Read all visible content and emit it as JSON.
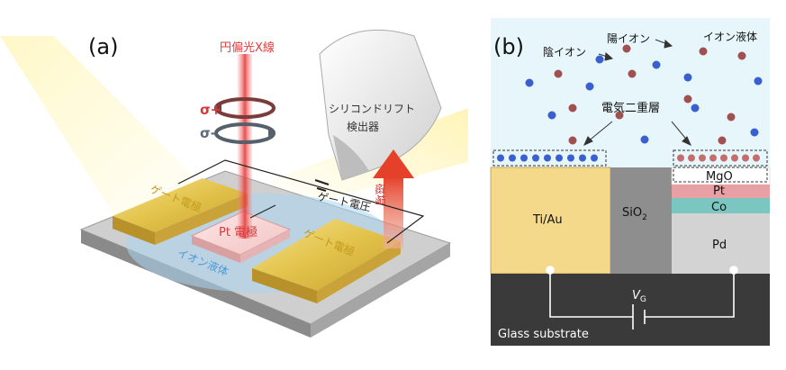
{
  "panel_a": {
    "label": "(a)",
    "xray_label": "円偏光X線",
    "sigma_plus": "σ+",
    "sigma_minus": "σ-",
    "detector_line1": "シリコンドリフト",
    "detector_line2": "検出器",
    "gate_electrode_left": "ゲート電極",
    "gate_electrode_right": "ゲート電極",
    "gate_voltage": "ゲート電圧",
    "pt_electrode": "Pt 電極",
    "ionic_liquid": "イオン液体",
    "magnetic_field": "磁場",
    "colors": {
      "xray_beam": "#e23c3c",
      "gold": "#e2c24a",
      "ionic_liquid_text": "#4f9ad6",
      "field_arrow": "#e5412a"
    }
  },
  "panel_b": {
    "label": "(b)",
    "anion": "陰イオン",
    "cation": "陽イオン",
    "ionic_liquid": "イオン液体",
    "double_layer": "電気二重層",
    "ti_au": "Ti/Au",
    "sio2_main": "SiO",
    "sio2_sub": "2",
    "mgo": "MgO",
    "pt": "Pt",
    "co": "Co",
    "pd": "Pd",
    "vg_main": "V",
    "vg_sub": "G",
    "substrate": "Glass substrate",
    "colors": {
      "liquid": "#e6f6fa",
      "anion_dot": "#3a5fcf",
      "cation_dot": "#a0504f",
      "ti_au": "#f4d98a",
      "sio2": "#8e8e8e",
      "pt_layer": "#e8a0a4",
      "co_layer": "#7cc6c2",
      "pd": "#d3d3d3",
      "substrate": "#3a3a3a"
    }
  }
}
